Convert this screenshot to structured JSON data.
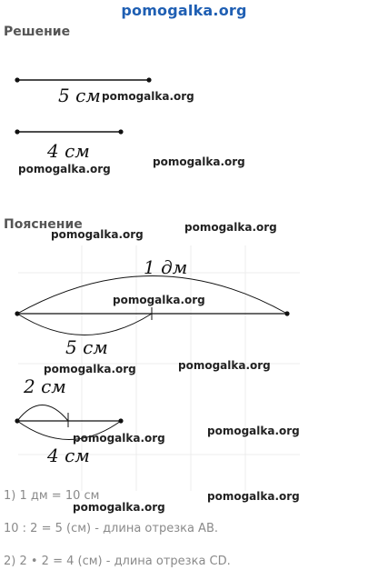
{
  "header": {
    "site": "pomogalka.org"
  },
  "solution": {
    "title": "Решение",
    "segment_ab_label": "5 см",
    "segment_cd_label": "4 см"
  },
  "explanation": {
    "title": "Пояснение",
    "arc_1dm_label": "1 дм",
    "arc_5cm_label": "5 см",
    "arc_2cm_label": "2 см",
    "arc_4cm_label": "4 см",
    "steps": [
      "1) 1 дм = 10 см",
      "10 : 2 = 5 (см) - длина отрезка AB.",
      "2) 2 • 2 = 4 (см) - длина отрезка CD."
    ]
  },
  "watermark": "pomogalka.org"
}
